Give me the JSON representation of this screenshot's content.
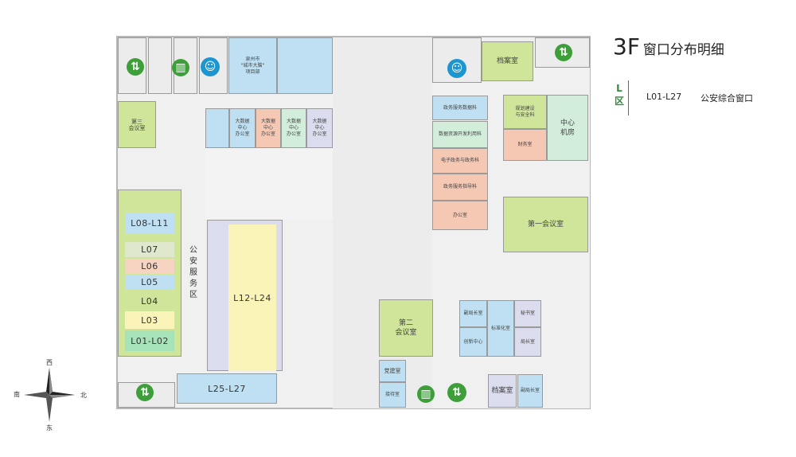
{
  "title": {
    "floor": "3F",
    "text": "窗口分布明细"
  },
  "legend": {
    "zone_letter": "L",
    "zone_word": "区",
    "range": "L01-L27",
    "desc": "公安综合窗口"
  },
  "compass": {
    "north": "北",
    "south": "南",
    "east": "东",
    "west": "西"
  },
  "windows": {
    "l08_l11": "L08-L11",
    "l07": "L07",
    "l06": "L06",
    "l05": "L05",
    "l04": "L04",
    "l03": "L03",
    "l01_l02": "L01-L02",
    "l12_l24": "L12-L24",
    "l25_l27": "L25-L27"
  },
  "zones": {
    "police_service": "公安服务区"
  },
  "rooms": {
    "conf3": "第三\n会议室",
    "conf1": "第一会议室",
    "conf2": "第二\n会议室",
    "archive_top": "档案室",
    "archive_bottom": "档案室",
    "datacenter": "中心\n机房",
    "city_brain": "泉州市\n\"城市大脑\"\n项目部",
    "bigdata1": "大数据\n中心\n办公室",
    "bigdata2": "大数据\n中心\n办公室",
    "bigdata3": "大数据\n中心\n办公室",
    "bigdata4": "大数据\n中心\n办公室",
    "svc_data_mgmt": "政务服务数据科",
    "data_resource": "数据资源开发利用科",
    "egov": "电子政务与政务科",
    "svc_guide": "政务服务指导科",
    "office": "办公室",
    "planning": "规划建设\n与安全科",
    "finance": "财务室",
    "deputy1": "副局长室",
    "deputy2": "副局长室",
    "bureau_office": "局长室",
    "standards": "标准化室",
    "innovation": "创新中心",
    "secretary": "秘书室",
    "party": "党建室",
    "reception": "接待室"
  }
}
